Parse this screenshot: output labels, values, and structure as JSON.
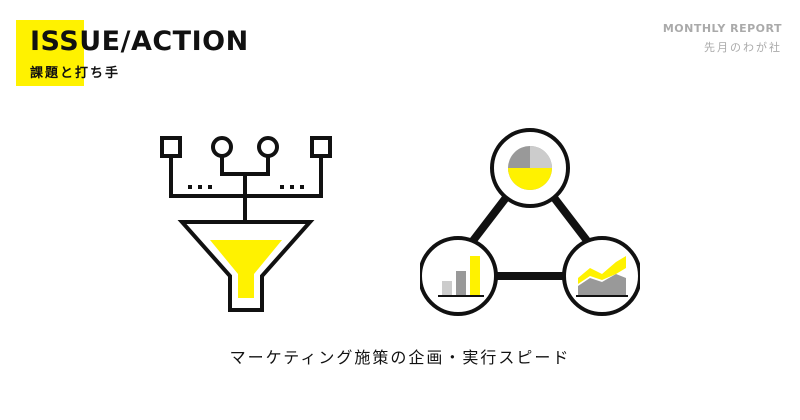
{
  "header": {
    "title": "ISSUE/ACTION",
    "subtitle": "課題と打ち手"
  },
  "report": {
    "title": "MONTHLY REPORT",
    "subtitle": "先月のわが社"
  },
  "icons": {
    "left": "funnel-icon",
    "right": "analytics-cycle-icon"
  },
  "caption": "マーケティング施策の企画・実行スピード",
  "colors": {
    "accent": "#FFF200",
    "ink": "#111111",
    "muted": "#aaaaaa",
    "chart_gray": "#999999"
  }
}
